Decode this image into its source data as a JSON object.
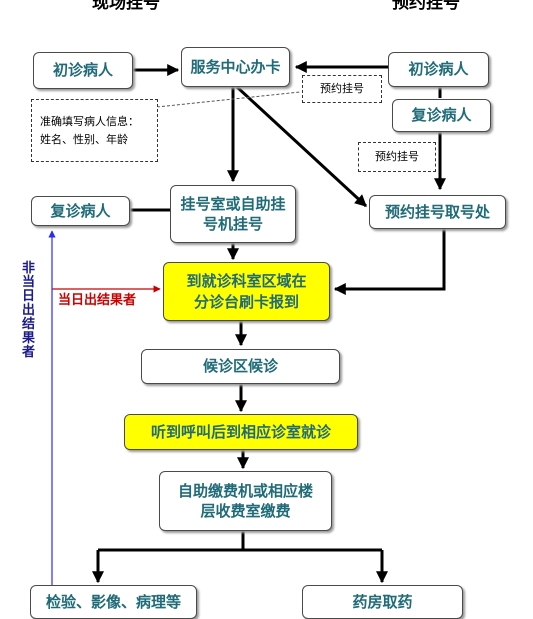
{
  "headers": {
    "left": "现场挂号",
    "right": "预约挂号"
  },
  "nodes": {
    "first_visit_left": "初诊病人",
    "service_center": "服务中心办卡",
    "first_visit_right": "初诊病人",
    "return_visit_right": "复诊病人",
    "return_visit_left": "复诊病人",
    "registration": "挂号室或自助挂\n号机挂号",
    "appointment_pickup": "预约挂号取号处",
    "checkin": "到就诊科室区域在\n分诊台刷卡报到",
    "waiting": "候诊区候诊",
    "called": "听到呼叫后到相应诊室就诊",
    "payment": "自助缴费机或相应楼\n层收费室缴费",
    "exam": "检验、影像、病理等",
    "pharmacy": "药房取药"
  },
  "notes": {
    "patient_info": "准确填写病人信息：\n姓名、性别、年龄",
    "appointment_1": "预约挂号",
    "appointment_2": "预约挂号"
  },
  "labels": {
    "same_day": "当日出结果者",
    "not_same_day": "非当日出结果者"
  },
  "colors": {
    "node_text": "#1f6b78",
    "highlight_fill": "#ffff00",
    "same_day_text": "#cc0000",
    "not_same_day_text": "#1a1a8c",
    "feedback_line": "#2b2bff"
  }
}
